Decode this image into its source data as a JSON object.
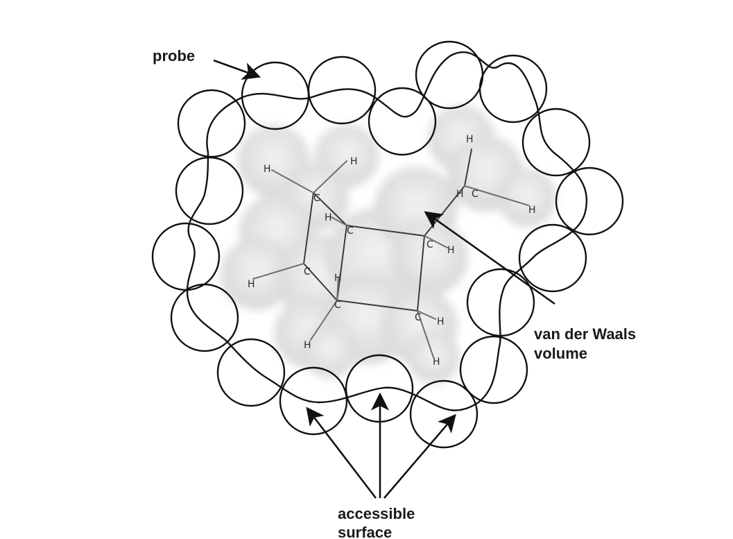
{
  "labels": {
    "probe": "probe",
    "vdw_line1": "van der Waals",
    "vdw_line2": "volume",
    "accessible_line1": "accessible",
    "accessible_line2": "surface"
  },
  "atoms": {
    "carbon": "C",
    "hydrogen": "H"
  },
  "colors": {
    "outline": "#111111",
    "vdw_surface": "#e4e4e4",
    "bond": "#3a3a3a"
  }
}
